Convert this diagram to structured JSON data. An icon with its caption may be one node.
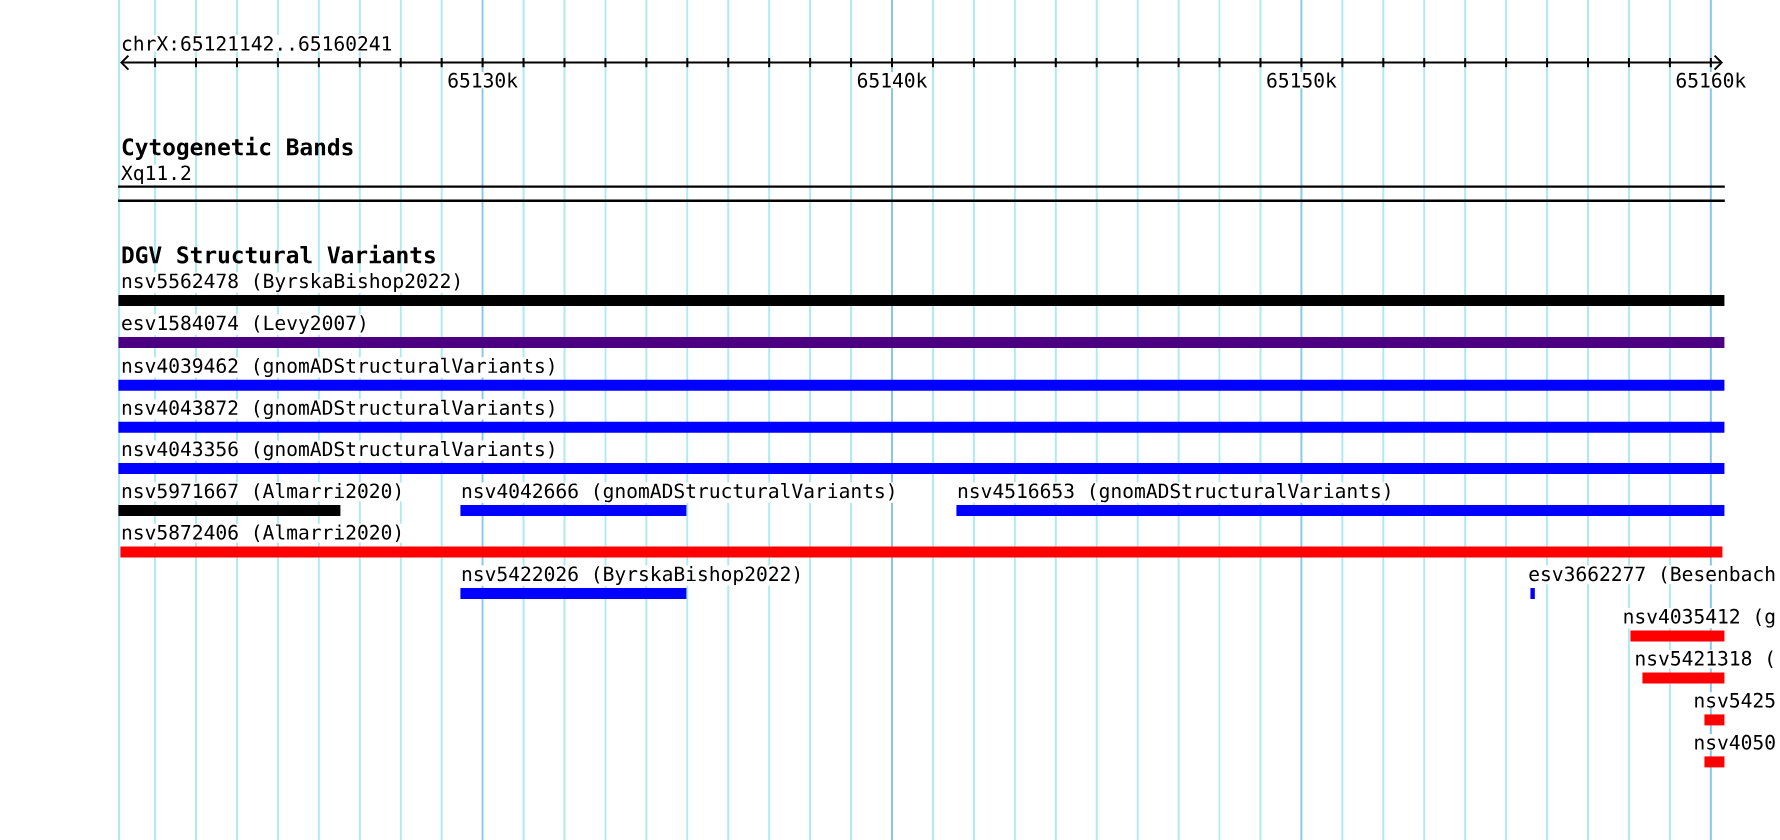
{
  "diagram": {
    "nodes": [
      {
        "text": [
          "Xq11.2"
        ]
      },
      {
        "text": [
          "nsv5562478 (ByrskaBishop2022)"
        ]
      },
      {
        "text": [
          "esv1584074 (Levy2007)"
        ]
      },
      {
        "text": [
          "nsv4039462 (gnomADStructuralVariants)"
        ]
      },
      {
        "text": [
          "nsv4043872 (gnomADStructuralVariants)"
        ]
      },
      {
        "text": [
          "nsv4043356 (gnomADStructuralVariants)"
        ]
      },
      {
        "text": [
          "nsv5971667 (Almarri2020)"
        ]
      },
      {
        "text": [
          "nsv4042666 (gnomADStructuralVariants)"
        ]
      },
      {
        "text": [
          "nsv4516653 (gnomADStructuralVariants)"
        ]
      },
      {
        "text": [
          "nsv5872406 (Almarri2020)"
        ]
      },
      {
        "text": [
          "nsv5422026 (ByrskaBishop2022)"
        ]
      },
      {
        "text": [
          "esv3662277 (Besenbach"
        ]
      },
      {
        "text": [
          "nsv4035412 (g"
        ]
      },
      {
        "text": [
          "nsv5421318 ("
        ]
      },
      {
        "text": [
          "nsv5425"
        ]
      },
      {
        "text": [
          "nsv4050"
        ]
      }
    ],
    "labels": [
      "chrX:65121142..65160241",
      "65130k",
      "65140k",
      "65150k",
      "65160k",
      "Cytogenetic Bands",
      "DGV Structural Variants"
    ]
  }
}
